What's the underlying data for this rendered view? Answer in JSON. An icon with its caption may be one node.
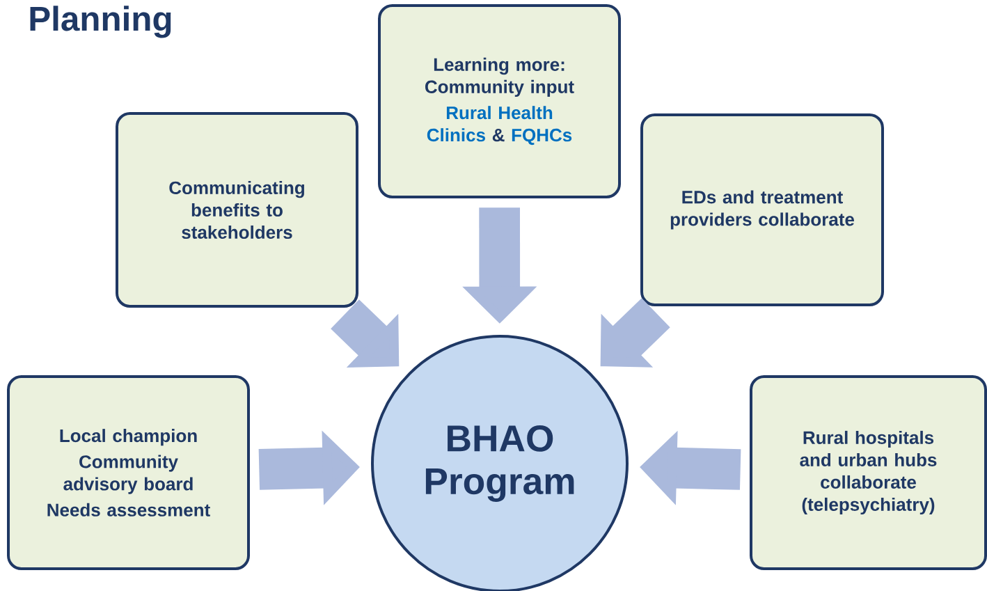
{
  "diagram": {
    "title": "Planning",
    "nodes": [
      {
        "text": [
          "Communicating benefits to stakeholders"
        ]
      },
      {
        "text": [
          "Learning more:",
          "Community input",
          "Rural Health Clinics",
          "&",
          "FQHCs"
        ]
      },
      {
        "text": [
          "EDs and treatment providers collaborate"
        ]
      },
      {
        "text": [
          "Local champion",
          "Community advisory board",
          "Needs assessment"
        ]
      },
      {
        "text": [
          "BHAO Program"
        ]
      },
      {
        "text": [
          "Rural hospitals and urban hubs collaborate (telepsychiatry)"
        ]
      }
    ],
    "edges": [
      {
        "from": 0,
        "to": 4,
        "arrow": "to"
      },
      {
        "from": 1,
        "to": 4,
        "arrow": "to"
      },
      {
        "from": 2,
        "to": 4,
        "arrow": "to"
      },
      {
        "from": 3,
        "to": 4,
        "arrow": "to"
      },
      {
        "from": 5,
        "to": 4,
        "arrow": "to"
      }
    ]
  }
}
